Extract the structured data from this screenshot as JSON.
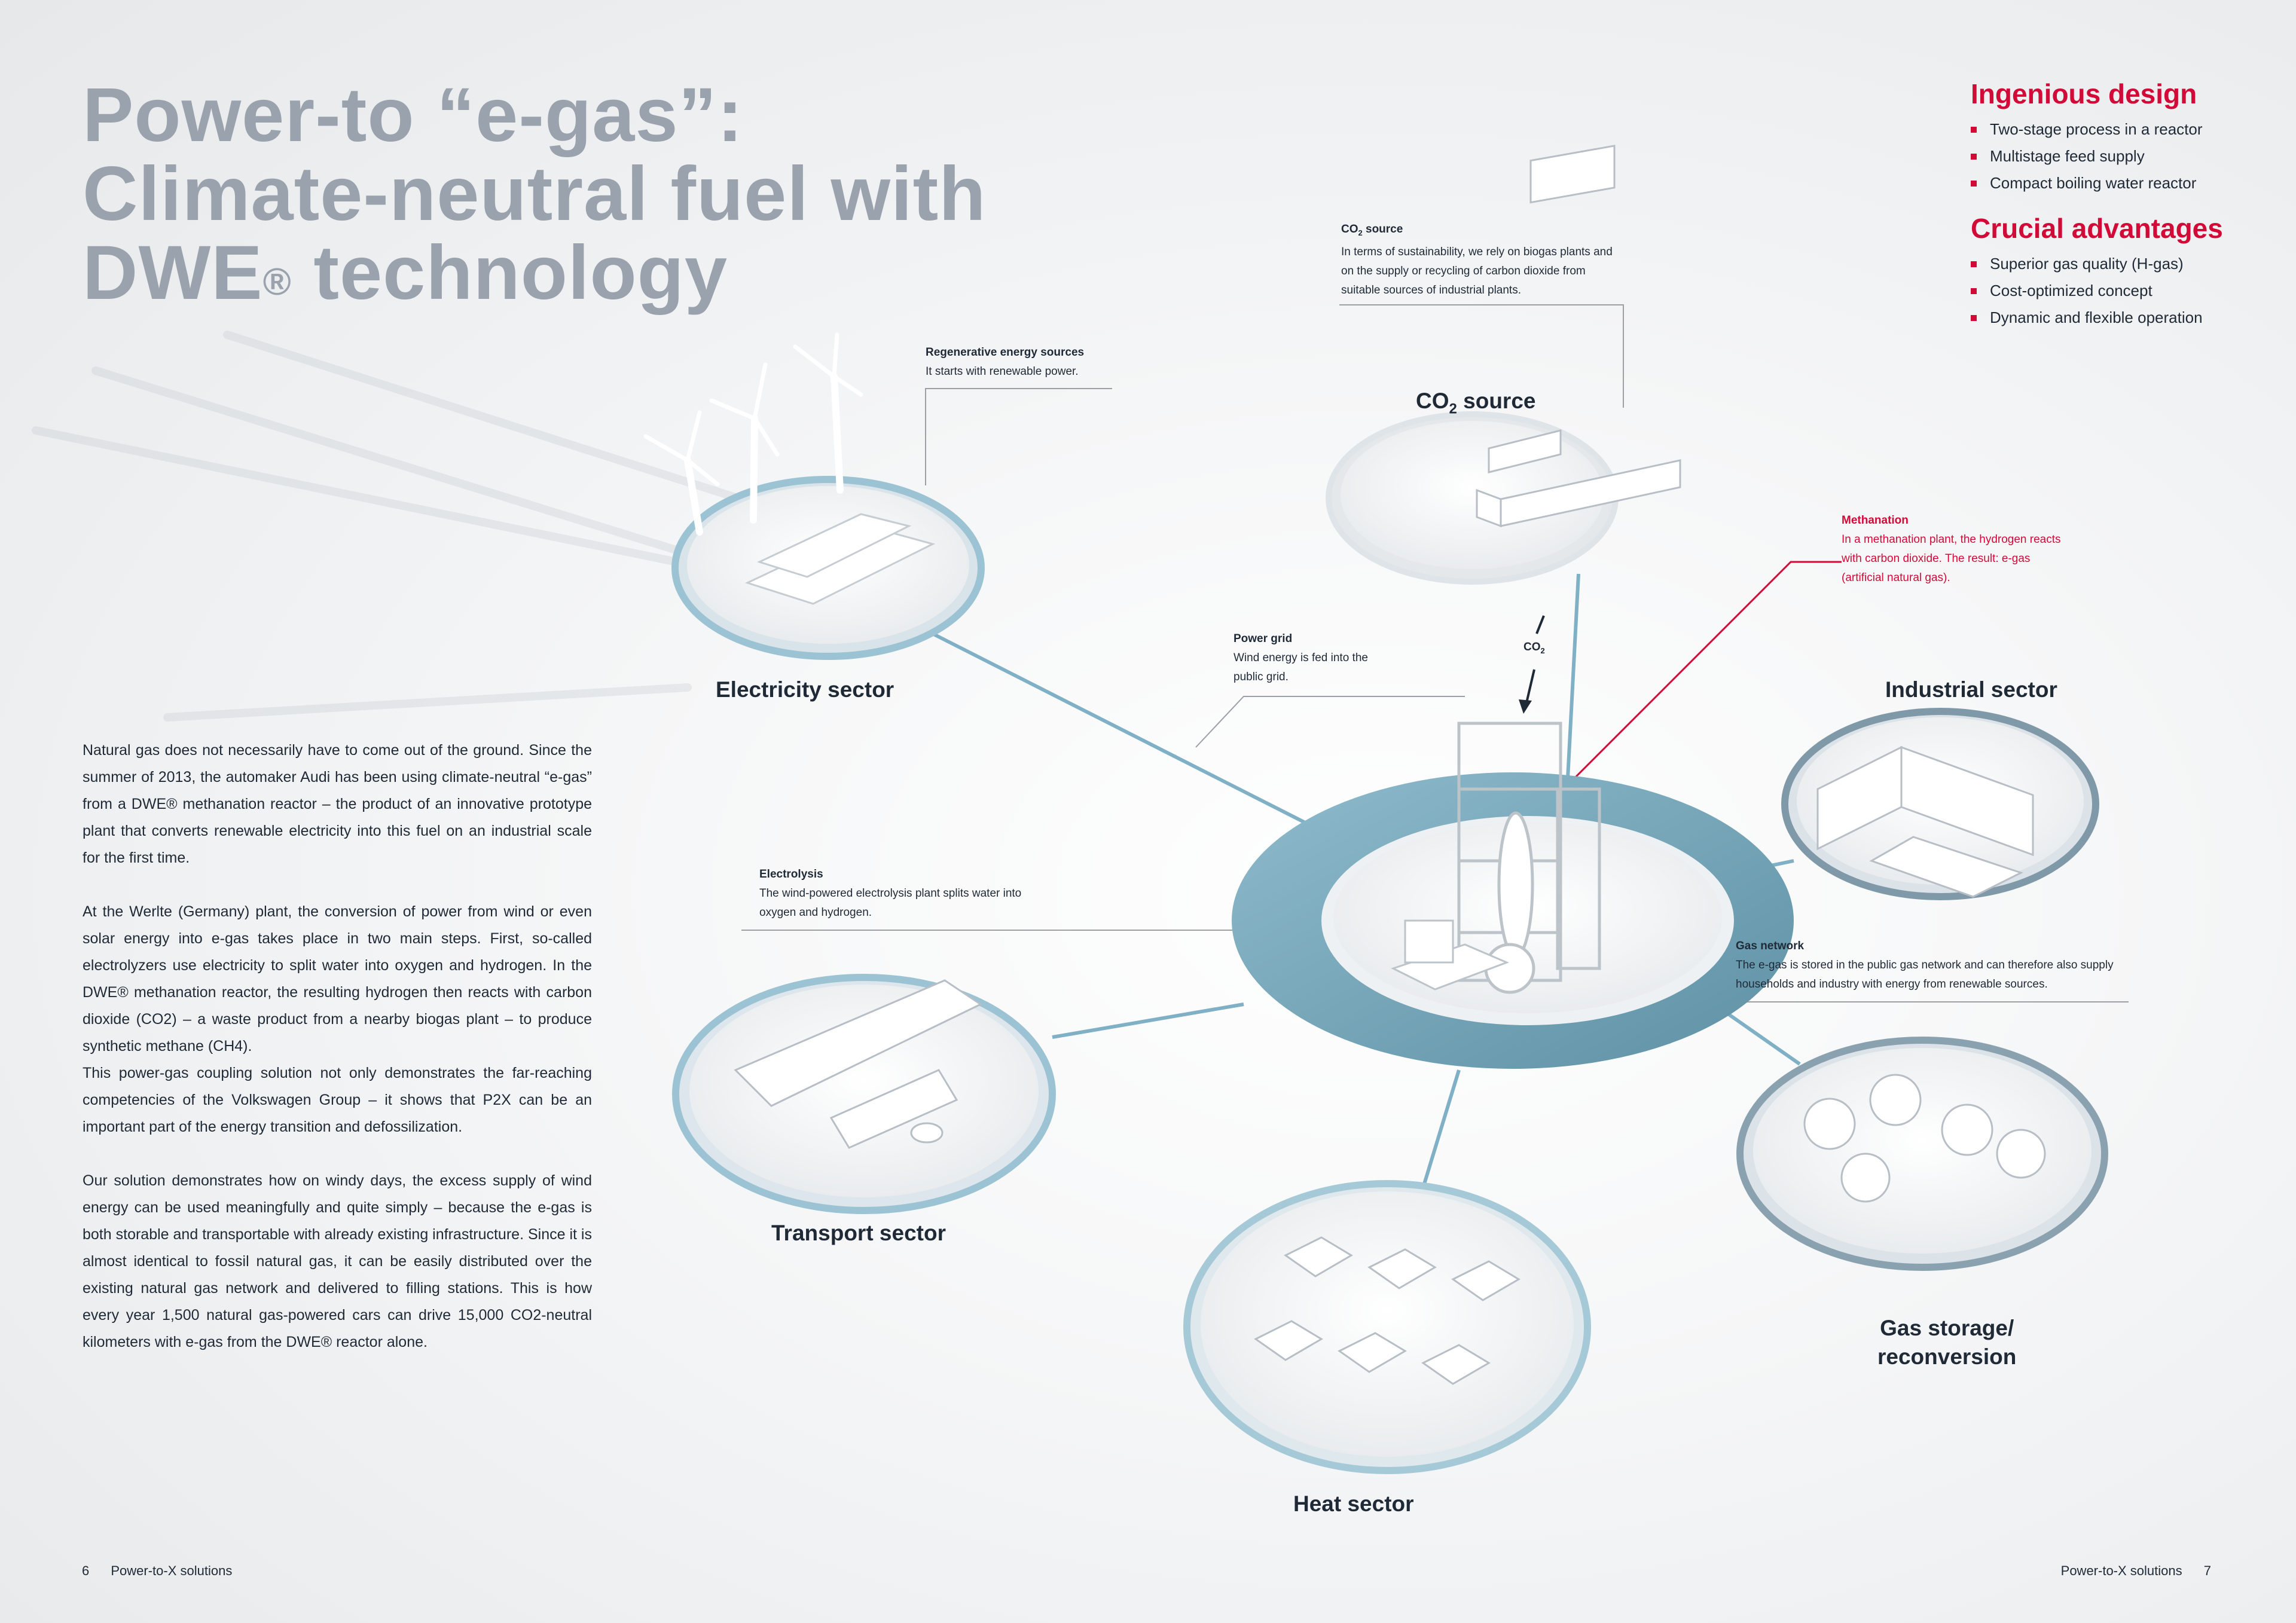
{
  "title": {
    "line1": "Power-to “e-gas”:",
    "line2": "Climate-neutral fuel with",
    "line3_pre": "DWE",
    "line3_reg": "®",
    "line3_post": " technology"
  },
  "sidebar": {
    "design_heading": "Ingenious design",
    "design_items": [
      "Two-stage process in a reactor",
      "Multistage feed supply",
      "Compact boiling water reactor"
    ],
    "advantages_heading": "Crucial advantages",
    "advantages_items": [
      "Superior gas quality (H-gas)",
      "Cost-optimized concept",
      "Dynamic and flexible operation"
    ]
  },
  "body": {
    "p1": "Natural gas does not necessarily have to come out of the ground. Since the summer of 2013, the automaker Audi has been using climate-neutral “e-gas” from a DWE® methanation reactor – the product of an innovative prototype plant that converts renewable electricity into this fuel on an industrial scale for the first time.",
    "p2": "At the Werlte (Germany) plant, the conversion of power from wind or even solar energy into e-gas takes place in two main steps. First, so-called electrolyzers use electricity to split water into oxygen and hydrogen. In the DWE® methanation reactor, the resulting hydrogen then reacts with carbon dioxide (CO2) – a waste product from a nearby biogas plant – to produce synthetic methane (CH4).",
    "p3": "This power-gas coupling solution not only demonstrates the far-reaching competencies of the Volkswagen Group – it shows that P2X can be an important part of the energy transition and defossilization.",
    "p4": "Our solution demonstrates how on windy days, the excess supply of wind energy can be used meaningfully and quite simply – because the e-gas is both storable and transportable with already existing infrastructure. Since it is almost identical to fossil natural gas, it can be easily distributed over the existing natural gas network and delivered to filling stations. This is how every year 1,500 natural gas-powered cars can drive 15,000 CO2-neutral kilometers with e-gas from the DWE® reactor alone."
  },
  "sectors": {
    "electricity": "Electricity sector",
    "co2_source_pre": "CO",
    "co2_source_sub": "2",
    "co2_source_post": " source",
    "industrial": "Industrial sector",
    "transport": "Transport sector",
    "heat": "Heat sector",
    "gas_storage_line1": "Gas storage/",
    "gas_storage_line2": "reconversion"
  },
  "notes": {
    "regenerative_title": "Regenerative energy sources",
    "regenerative_text": "It starts with renewable power.",
    "co2_title_pre": "CO",
    "co2_title_sub": "2",
    "co2_title_post": " source",
    "co2_text": "In terms of sustainability, we rely on biogas plants and on the supply or recycling of carbon dioxide from suitable sources of industrial plants.",
    "methanation_title": "Methanation",
    "methanation_text": "In a methanation plant, the hydrogen reacts with carbon dioxide. The result: e-gas (artificial natural gas).",
    "power_grid_title": "Power grid",
    "power_grid_text": "Wind energy is fed into the public grid.",
    "electrolysis_title": "Electrolysis",
    "electrolysis_text": "The wind-powered electrolysis plant splits water into oxygen and hydrogen.",
    "gas_network_title": "Gas network",
    "gas_network_text": "The e-gas is stored in the public gas network and can therefore also supply households and industry with energy from renewable sources.",
    "co2_arrow_pre": "CO",
    "co2_arrow_sub": "2"
  },
  "footer": {
    "left_page": "6",
    "left_text": "Power-to-X solutions",
    "right_text": "Power-to-X solutions",
    "right_page": "7"
  },
  "colors": {
    "accent_red": "#d20a37",
    "ring_blue": "#7fb0c6",
    "center_ring": "#6fa2b6",
    "title_grey": "#9aa3ad"
  }
}
